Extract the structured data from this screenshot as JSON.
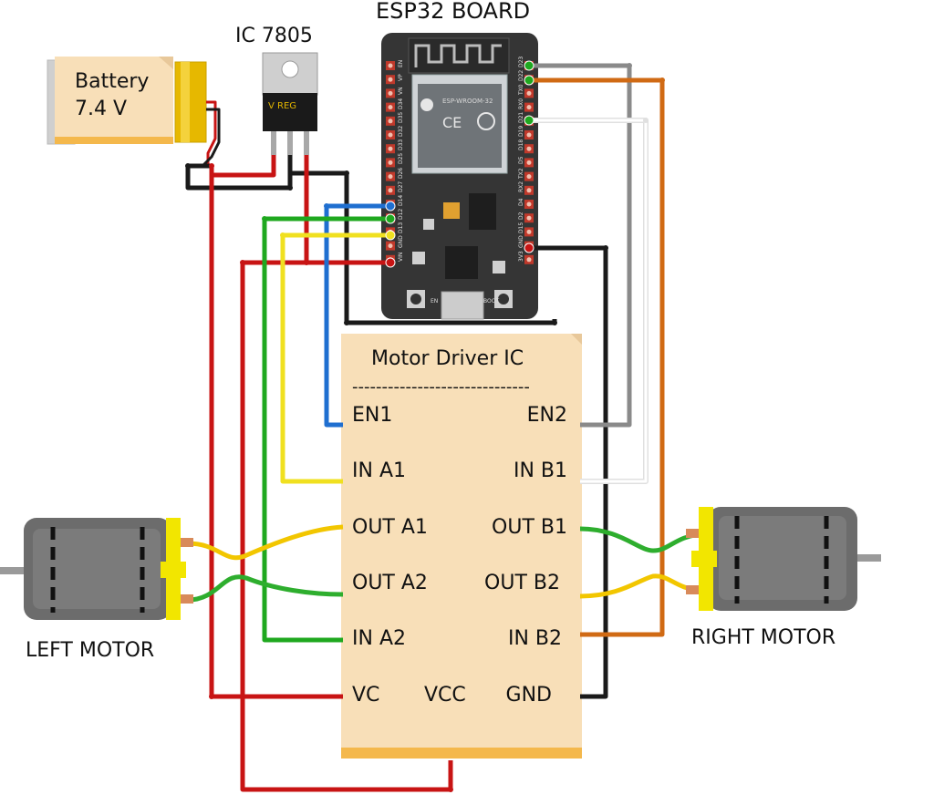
{
  "labels": {
    "battery_line1": "Battery",
    "battery_line2": "7.4 V",
    "regulator_title": "IC 7805",
    "regulator_marking": "V REG",
    "esp32_title": "ESP32 BOARD",
    "esp32_module": "ESP-WROOM-32",
    "driver_title": "Motor Driver IC",
    "driver_divider": "------------------------------",
    "left_motor": "LEFT MOTOR",
    "right_motor": "RIGHT MOTOR",
    "esp_btn_en": "EN",
    "esp_btn_boot": "BOOT"
  },
  "driver_pins": {
    "en1": "EN1",
    "en2": "EN2",
    "in_a1": "IN A1",
    "in_b1": "IN B1",
    "out_a1": "OUT A1",
    "out_b1": "OUT B1",
    "out_a2": "OUT A2",
    "out_b2": "OUT B2",
    "in_a2": "IN A2",
    "in_b2": "IN B2",
    "vc": "VC",
    "vcc": "VCC",
    "gnd": "GND"
  },
  "esp_left_pins": [
    "EN",
    "VP",
    "VN",
    "D34",
    "D35",
    "D32",
    "D33",
    "D25",
    "D26",
    "D27",
    "D14",
    "D12",
    "D13",
    "GND",
    "VIN"
  ],
  "esp_right_pins": [
    "D23",
    "D22",
    "TX0",
    "RX0",
    "D21",
    "D19",
    "D18",
    "D5",
    "TX2",
    "RX2",
    "D4",
    "D2",
    "D15",
    "GND",
    "3V3"
  ],
  "wire_colors": {
    "red": "#c81414",
    "black": "#1a1a1a",
    "blue": "#1f6fd0",
    "green": "#1fa81f",
    "yellow": "#f0e020",
    "gray": "#8a8a8a",
    "white": "#e8e8e8",
    "orange": "#d06a14",
    "motor_yellow": "#f2c600",
    "motor_green": "#2eae2e"
  }
}
